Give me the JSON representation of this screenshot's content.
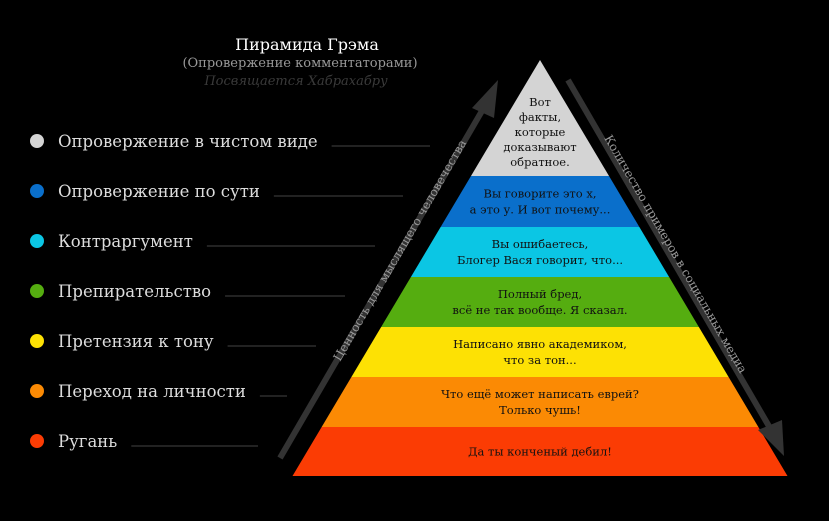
{
  "title": "Пирамида Грэма",
  "subtitle": "(Опровержение комментаторами)",
  "dedication": "Посвящается Хабрахабру",
  "left_arrow_label": "Ценность для мыслящего человечества",
  "right_arrow_label": "Количество примеров в социальных медиа",
  "levels": [
    {
      "name": "Опровержение в чистом виде",
      "color": "#d4d4d4",
      "lines": [
        "Вот",
        "факты,",
        "которые",
        "доказывают",
        "обратное."
      ]
    },
    {
      "name": "Опровержение по сути",
      "color": "#0a6fcb",
      "lines": [
        "Вы говорите это х,",
        "а это у. И вот почему..."
      ]
    },
    {
      "name": "Контраргумент",
      "color": "#0bc6e4",
      "lines": [
        "Вы ошибаетесь,",
        "Блогер Вася говорит, что..."
      ]
    },
    {
      "name": "Препирательство",
      "color": "#55ad10",
      "lines": [
        "Полный бред,",
        "всё не так вообще. Я сказал."
      ]
    },
    {
      "name": "Претензия к тону",
      "color": "#fde104",
      "lines": [
        "Написано явно академиком,",
        "что за тон..."
      ]
    },
    {
      "name": "Переход на личности",
      "color": "#fb8a04",
      "lines": [
        "Что ещё может написать еврей?",
        "Только чушь!"
      ]
    },
    {
      "name": "Ругань",
      "color": "#fb3c04",
      "lines": [
        "Да ты конченый дебил!"
      ]
    }
  ]
}
